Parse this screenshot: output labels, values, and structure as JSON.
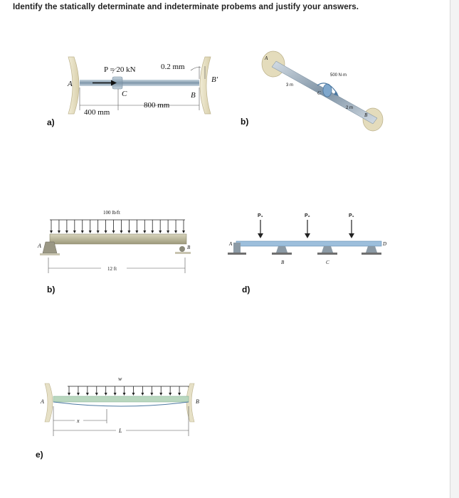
{
  "question": "Identify the statically determinate and indeterminate probems and justify your answers.",
  "parts": {
    "a": "a)",
    "b1": "b)",
    "b2": "b)",
    "d": "d)",
    "e": "e)"
  },
  "fig_a": {
    "load": "P = 20 kN",
    "gap": "0.2 mm",
    "len_ac": "400 mm",
    "len_cb": "800 mm",
    "A": "A",
    "B": "B",
    "B_prime": "B'",
    "C": "C"
  },
  "fig_b1": {
    "moment": "500 N·m",
    "len1": "3 m",
    "len2": "2 m",
    "A": "A",
    "B": "B",
    "C": "C"
  },
  "fig_b2": {
    "load": "100 lb/ft",
    "span": "12 ft",
    "A": "A",
    "B": "B"
  },
  "fig_d": {
    "P1_left": "P₁",
    "P2": "P₂",
    "P1_right": "P₁",
    "A": "A",
    "B": "B",
    "C": "C",
    "D": "D"
  },
  "fig_e": {
    "load": "w",
    "x": "x",
    "L": "L",
    "A": "A",
    "B": "B"
  },
  "colors": {
    "shaft": "#8fa6b8",
    "wall": "#e6e0c6",
    "beam": "#b7b39a",
    "steel": "#9dbfdc"
  }
}
